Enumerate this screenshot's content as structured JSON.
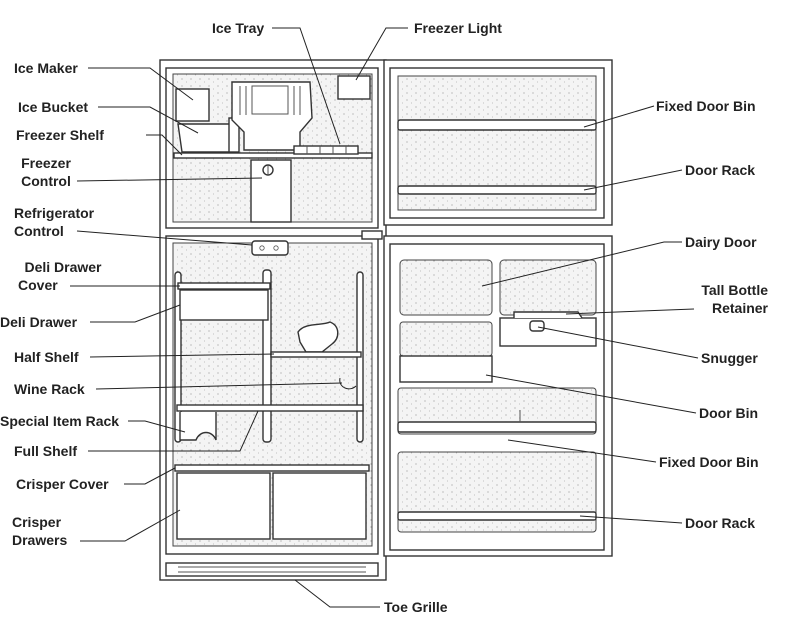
{
  "labels": {
    "ice_tray": "Ice Tray",
    "freezer_light": "Freezer Light",
    "ice_maker": "Ice Maker",
    "ice_bucket": "Ice Bucket",
    "freezer_shelf": "Freezer Shelf",
    "freezer_control_1": "Freezer",
    "freezer_control_2": "Control",
    "refrigerator_control_1": "Refrigerator",
    "refrigerator_control_2": "Control",
    "deli_drawer_cover_1": "Deli Drawer",
    "deli_drawer_cover_2": "Cover",
    "deli_drawer": "Deli Drawer",
    "half_shelf": "Half Shelf",
    "wine_rack": "Wine Rack",
    "special_item_rack": "Special Item Rack",
    "full_shelf": "Full Shelf",
    "crisper_cover": "Crisper Cover",
    "crisper_drawers_1": "Crisper",
    "crisper_drawers_2": "Drawers",
    "toe_grille": "Toe Grille",
    "fixed_door_bin_top": "Fixed Door Bin",
    "door_rack_top": "Door Rack",
    "dairy_door": "Dairy Door",
    "tall_bottle_retainer_1": "Tall Bottle",
    "tall_bottle_retainer_2": "Retainer",
    "snugger": "Snugger",
    "door_bin": "Door Bin",
    "fixed_door_bin_bottom": "Fixed Door Bin",
    "door_rack_bottom": "Door Rack"
  }
}
